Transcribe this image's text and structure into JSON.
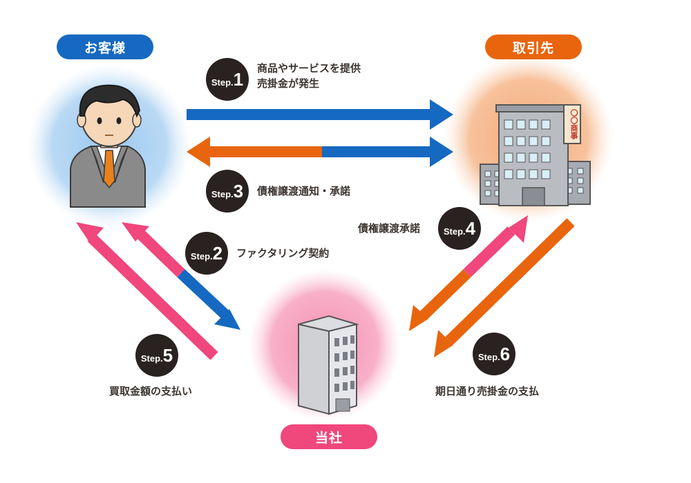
{
  "labels": {
    "customer": "お客様",
    "partner": "取引先",
    "company": "当社"
  },
  "colors": {
    "blue": "#1569c0",
    "orange": "#e8650e",
    "pink": "#f0477c",
    "dark": "#2a2220"
  },
  "steps": [
    {
      "word": "Step.",
      "num": "1",
      "lines": [
        "商品やサービスを提供",
        "売掛金が発生"
      ]
    },
    {
      "word": "Step.",
      "num": "2",
      "lines": [
        "ファクタリング契約"
      ]
    },
    {
      "word": "Step.",
      "num": "3",
      "lines": [
        "債権譲渡通知・承諾"
      ]
    },
    {
      "word": "Step.",
      "num": "4",
      "lines": [
        "債権譲渡承諾"
      ]
    },
    {
      "word": "Step.",
      "num": "5",
      "lines": [
        "買取金額の支払い"
      ]
    },
    {
      "word": "Step.",
      "num": "6",
      "lines": [
        "期日通り売掛金の支払"
      ]
    }
  ],
  "sign_text": "〇〇商事"
}
